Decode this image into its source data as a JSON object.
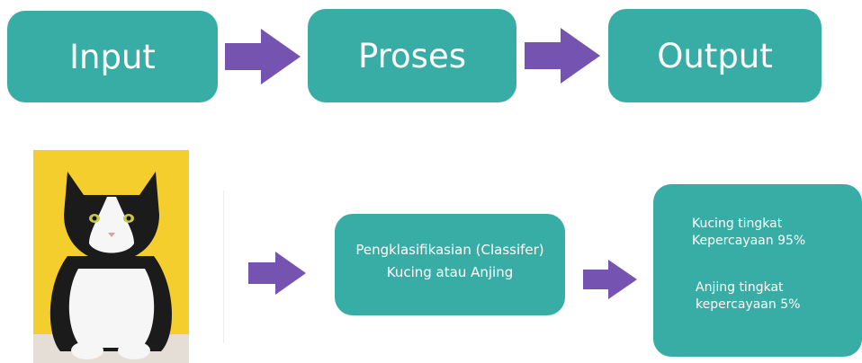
{
  "flow": {
    "input_label": "Input",
    "process_label": "Proses",
    "output_label": "Output"
  },
  "example": {
    "classifier_line1": "Pengklasifikasian (Classifer)",
    "classifier_line2": "Kucing atau Anjing",
    "result_cat_line1": "Kucing tingkat",
    "result_cat_line2": "Kepercayaan 95%",
    "result_dog_line1": "Anjing tingkat",
    "result_dog_line2": "kepercayaan 5%"
  },
  "colors": {
    "box": "#38ada6",
    "arrow": "#7454b0",
    "text": "#ffffff",
    "photo_background": "#f4ce2c"
  },
  "icons": {
    "arrow": "arrow-right-icon",
    "photo": "cat-photo"
  }
}
